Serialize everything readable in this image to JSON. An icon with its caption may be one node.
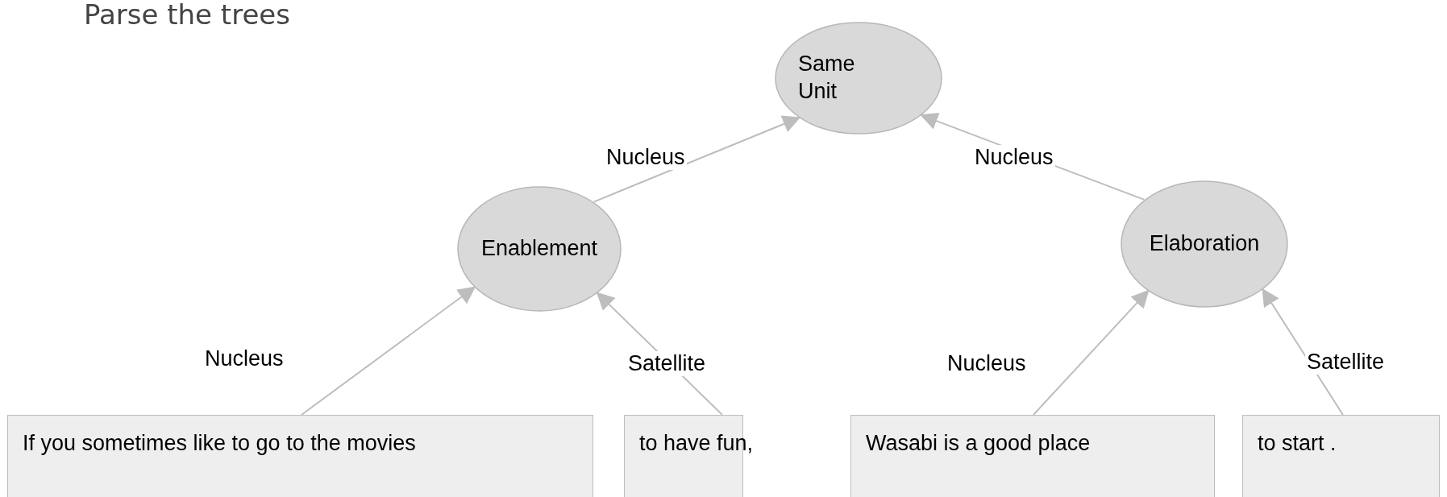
{
  "diagram": {
    "title": "Parse the trees",
    "nodes": [
      {
        "text": [
          "Same Unit"
        ]
      },
      {
        "text": [
          "Enablement"
        ]
      },
      {
        "text": [
          "Elaboration"
        ]
      },
      {
        "text": [
          "If you sometimes like to go to the movies"
        ]
      },
      {
        "text": [
          "to have fun,"
        ]
      },
      {
        "text": [
          "Wasabi is a good place"
        ]
      },
      {
        "text": [
          "to start ."
        ]
      }
    ],
    "edges": [
      {
        "from": 1,
        "to": 0,
        "arrow": "to",
        "label": "Nucleus"
      },
      {
        "from": 2,
        "to": 0,
        "arrow": "to",
        "label": "Nucleus"
      },
      {
        "from": 3,
        "to": 1,
        "arrow": "to",
        "label": "Nucleus"
      },
      {
        "from": 4,
        "to": 1,
        "arrow": "to",
        "label": "Satellite"
      },
      {
        "from": 5,
        "to": 2,
        "arrow": "to",
        "label": "Nucleus"
      },
      {
        "from": 6,
        "to": 2,
        "arrow": "to",
        "label": "Satellite"
      }
    ]
  }
}
